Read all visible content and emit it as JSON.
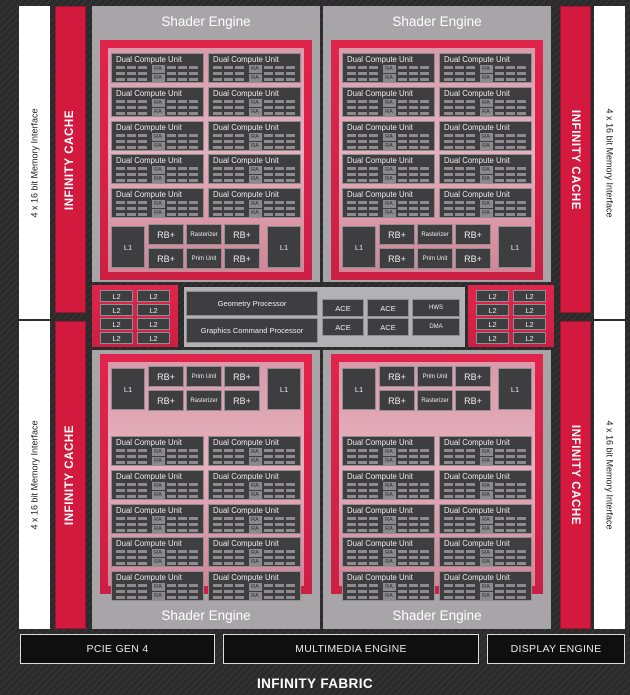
{
  "memory_interface_label": "4 x 16 bit Memory Interface",
  "infinity_cache_label": "INFINITY CACHE",
  "shader_engine_label": "Shader Engine",
  "compute_unit_label": "Dual Compute Unit",
  "ra_label": "RA",
  "l1_label": "L1",
  "l2_label": "L2",
  "rb_label": "RB+",
  "rasterizer_label": "Rasterizer",
  "prim_unit_label": "Prim Unit",
  "geometry_processor_label": "Geometry Processor",
  "graphics_command_processor_label": "Graphics Command Processor",
  "ace_label": "ACE",
  "hws_label": "HWS",
  "dma_label": "DMA",
  "bottom_bar": {
    "pcie": "PCIE GEN 4",
    "multimedia": "MULTIMEDIA ENGINE",
    "display": "DISPLAY ENGINE"
  },
  "fabric_label": "INFINITY FABRIC",
  "colors": {
    "infinity_cache_red": "#d31a3e",
    "shader_engine_gray": "#a7a5a7",
    "compute_unit_dark": "#3e3d3f",
    "background": "#2b2a2b"
  }
}
